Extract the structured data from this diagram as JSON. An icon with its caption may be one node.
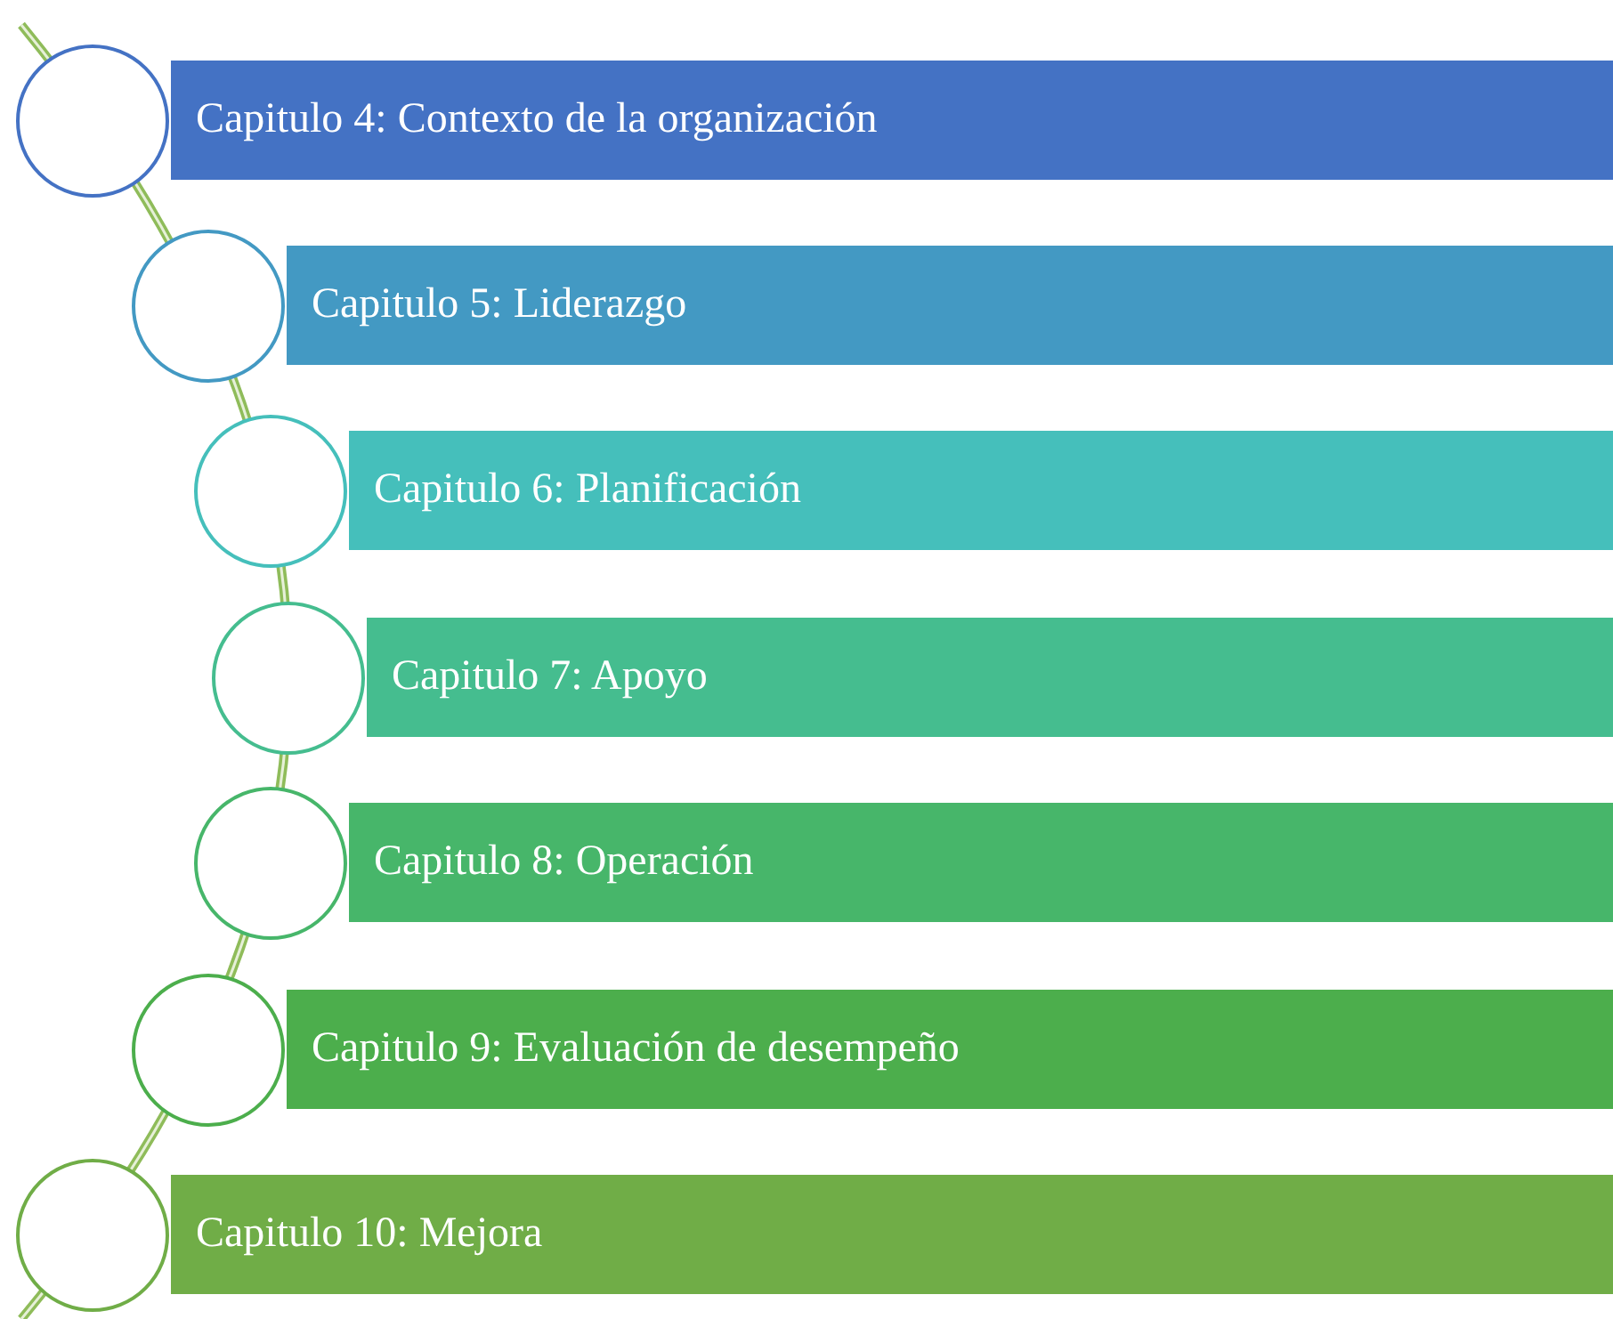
{
  "diagram": {
    "nodes": [
      {
        "text": [
          "Capitulo 4: Contexto de la organización"
        ]
      },
      {
        "text": [
          "Capitulo 5: Liderazgo"
        ]
      },
      {
        "text": [
          "Capitulo 6: Planificación"
        ]
      },
      {
        "text": [
          "Capitulo 7: Apoyo"
        ]
      },
      {
        "text": [
          "Capitulo 8: Operación"
        ]
      },
      {
        "text": [
          "Capitulo 9: Evaluación de desempeño"
        ]
      },
      {
        "text": [
          "Capitulo 10: Mejora"
        ]
      },
      {
        "text": [],
        "shape": "circle"
      },
      {
        "text": [],
        "shape": "circle"
      },
      {
        "text": [],
        "shape": "circle"
      },
      {
        "text": [],
        "shape": "circle"
      },
      {
        "text": [],
        "shape": "circle"
      },
      {
        "text": [],
        "shape": "circle"
      },
      {
        "text": [],
        "shape": "circle"
      }
    ]
  }
}
